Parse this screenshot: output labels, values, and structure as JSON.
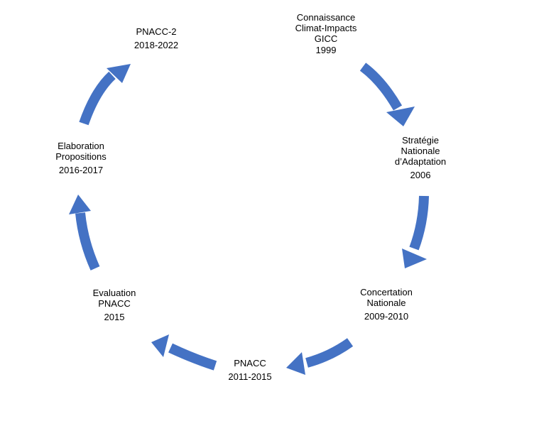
{
  "accent_color": "#4472C4",
  "nodes": [
    {
      "lines": [
        "Connaissance",
        "Climat-Impacts",
        "GICC"
      ],
      "year": "1999"
    },
    {
      "lines": [
        "Stratégie",
        "Nationale",
        "d’Adaptation"
      ],
      "year": "2006"
    },
    {
      "lines": [
        "Concertation",
        "Nationale"
      ],
      "year": "2009-2010"
    },
    {
      "lines": [
        "PNACC"
      ],
      "year": "2011-2015"
    },
    {
      "lines": [
        "Evaluation",
        "PNACC"
      ],
      "year": "2015"
    },
    {
      "lines": [
        "Elaboration",
        "Propositions"
      ],
      "year": "2016-2017"
    },
    {
      "lines": [
        "PNACC-2"
      ],
      "year": "2018-2022"
    }
  ]
}
